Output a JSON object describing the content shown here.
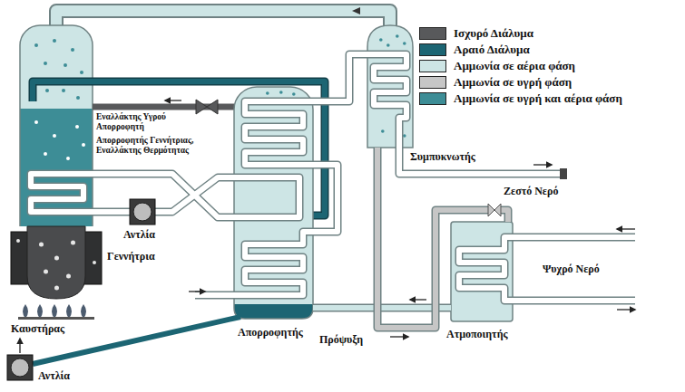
{
  "diagram": {
    "labels": [
      "Εναλλάκτης Υγρού Απορροφητή",
      "Απορροφητής Γεννήτριας, Εναλλάκτης Θερμότητας",
      "Συμπυκνωτής",
      "Αντλία",
      "Ζεστό Νερό",
      "Γεννήτρια",
      "Ψυχρό Νερό",
      "Καυστήρας",
      "Πρόψυξη",
      "Απορροφητής",
      "Ατμοποιητής",
      "Αντλία"
    ],
    "legend": [
      {
        "text": "Ισχυρό Διάλυμα",
        "color": "#58595b"
      },
      {
        "text": "Αραιό Διάλυμα",
        "color": "#1c6573"
      },
      {
        "text": "Αμμωνία σε αέρια φάση",
        "color": "#cde5e5"
      },
      {
        "text": "Αμμωνία σε υγρή φάση",
        "color": "#c6c6c6"
      },
      {
        "text": "Αμμωνία σε υγρή και αέρια φάση",
        "color": "#3d8d96"
      }
    ]
  }
}
